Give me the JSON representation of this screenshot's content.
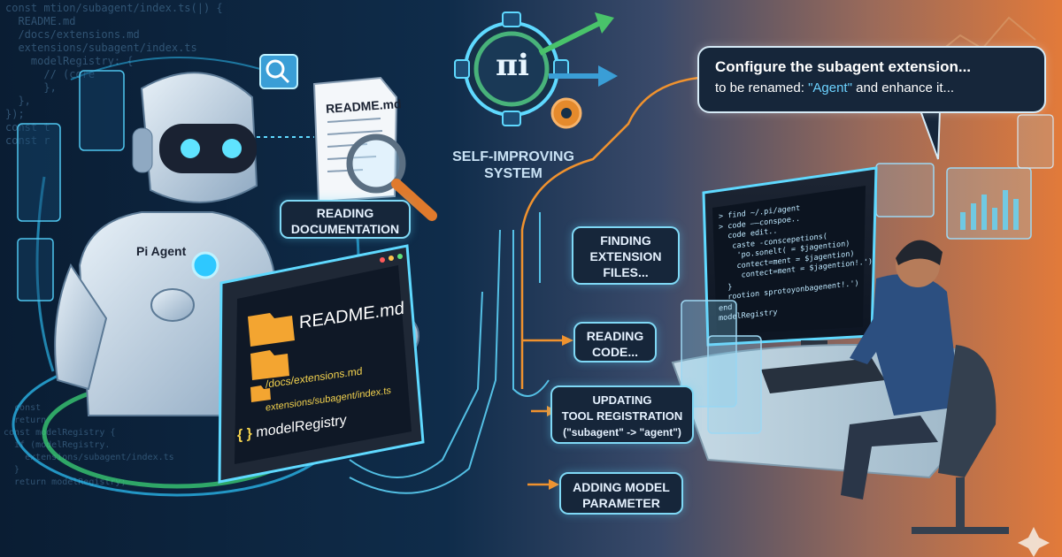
{
  "bg_code_left": [
    "const mtion/subagent/index.ts(|) {",
    "  README.md",
    "  /docs/extensions.md",
    "  extensions/subagent/index.ts",
    "    modelRegistry: {",
    "      // (core",
    "      },",
    "  },",
    "});",
    "",
    "const t",
    "",
    "const r"
  ],
  "bg_code_left_lower": [
    "  const",
    "  return",
    "",
    "const modelRegistry {",
    "  if (modelRegistry.",
    "    extensions/subagent/index.ts",
    "  }",
    "  return modelRegistry;"
  ],
  "robot": {
    "badge": "Pi Agent"
  },
  "doc": {
    "filename": "README.md"
  },
  "reading_docs": [
    "READING",
    "DOCUMENTATION"
  ],
  "tablet": {
    "items": [
      {
        "label": "README.md",
        "icon": "folder-icon"
      },
      {
        "label": "/docs/extensions.md",
        "icon": "folder-icon"
      },
      {
        "label": "extensions/subagent/index.ts",
        "icon": "folder-icon"
      },
      {
        "label": "modelRegistry",
        "icon": "braces-icon"
      }
    ]
  },
  "logo": {
    "symbol": "πi",
    "title_line1": "SELF-IMPROVING",
    "title_line2": "SYSTEM"
  },
  "speech": {
    "line1": "Configure the subagent extension...",
    "line2_prefix": "to be renamed: ",
    "line2_quoted": "\"Agent\"",
    "line2_suffix": " and enhance it..."
  },
  "steps": [
    {
      "lines": [
        "FINDING",
        "EXTENSION",
        "FILES..."
      ]
    },
    {
      "lines": [
        "READING",
        "CODE..."
      ]
    },
    {
      "lines": [
        "UPDATING",
        "TOOL REGISTRATION",
        "(\"subagent\" -> \"agent\")"
      ]
    },
    {
      "lines": [
        "ADDING MODEL",
        "PARAMETER"
      ]
    }
  ],
  "monitor_code": [
    "> find ~/.pi/agent",
    "> code ——conspoe..",
    "  code edit..",
    "   caste -conscepetions(",
    "    'po.sonelt( = $jagention)",
    "    contect=ment = $jagention)",
    "     contect=ment = $jagention!.')",
    "  }",
    "  rootion sprotoyonbagenent!.')",
    "end",
    "modelRegistry"
  ],
  "colors": {
    "accent_cyan": "#5fd9ff",
    "accent_orange": "#f0922e",
    "green_arrow": "#49c36a"
  }
}
